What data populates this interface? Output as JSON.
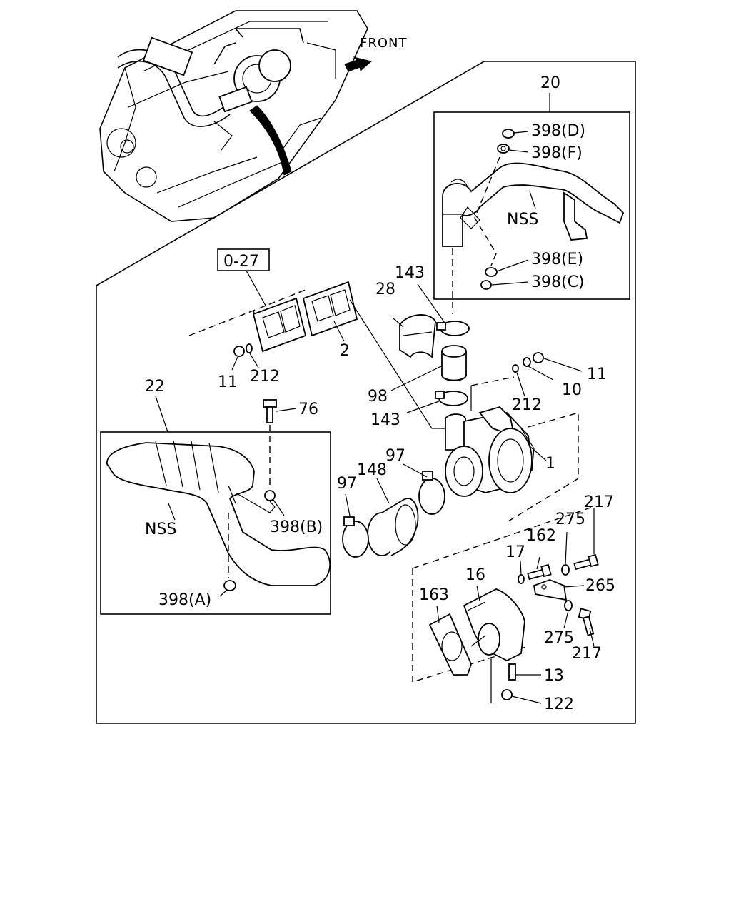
{
  "direction_label": "FRONT",
  "ref_box": "0-27",
  "callouts": {
    "c1": "1",
    "c2": "2",
    "c10": "10",
    "c11a": "11",
    "c11b": "11",
    "c13": "13",
    "c16": "16",
    "c17": "17",
    "c20": "20",
    "c22": "22",
    "c28": "28",
    "c76": "76",
    "c97a": "97",
    "c97b": "97",
    "c98": "98",
    "c122": "122",
    "c143a": "143",
    "c143b": "143",
    "c148": "148",
    "c162": "162",
    "c163": "163",
    "c212a": "212",
    "c212b": "212",
    "c217a": "217",
    "c217b": "217",
    "c265": "265",
    "c275a": "275",
    "c275b": "275",
    "c398A": "398(A)",
    "c398B": "398(B)",
    "c398C": "398(C)",
    "c398D": "398(D)",
    "c398E": "398(E)",
    "c398F": "398(F)",
    "nss1": "NSS",
    "nss2": "NSS"
  }
}
